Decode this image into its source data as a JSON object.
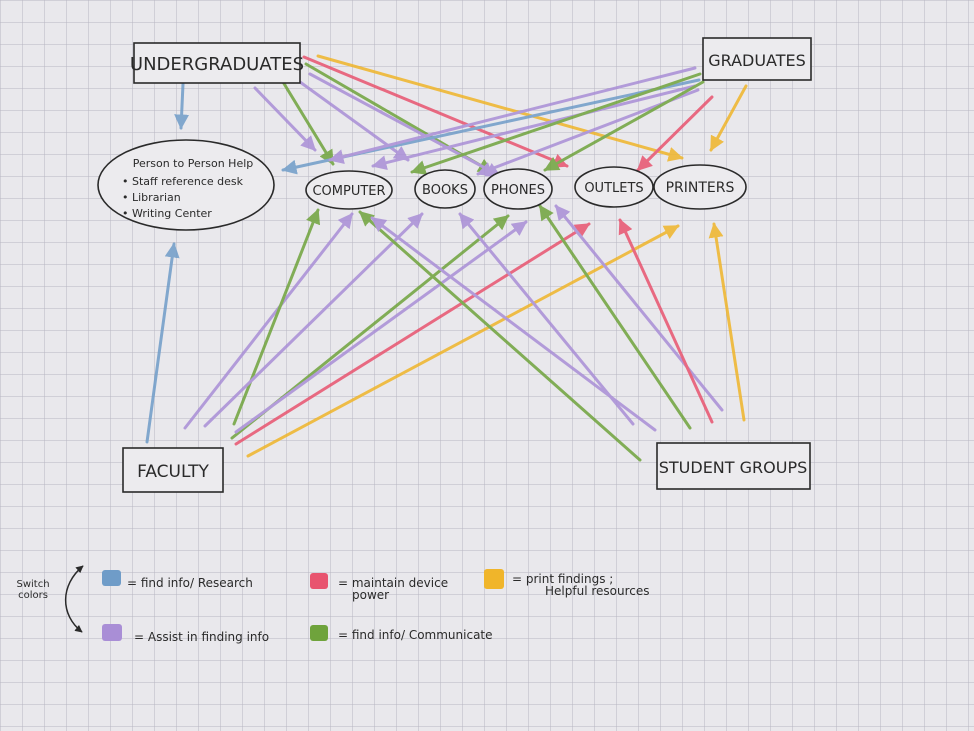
{
  "groups": {
    "undergraduates": "UNDERGRADUATES",
    "graduates": "GRADUATES",
    "faculty": "FACULTY",
    "student_groups": "STUDENT GROUPS"
  },
  "help": {
    "title": "Person to Person Help",
    "items": [
      "Staff reference desk",
      "Librarian",
      "Writing Center"
    ]
  },
  "resources": {
    "computer": "COMPUTER",
    "books": "BOOKS",
    "phones": "PHONES",
    "outlets": "OUTLETS",
    "printers": "PRINTERS"
  },
  "legend": {
    "switch_line1": "Switch",
    "switch_line2": "colors",
    "blue": "= find info/ Research",
    "purple": "= Assist in finding info",
    "red_line1": "= maintain device",
    "red_line2": "power",
    "green": "= find info/ Communicate",
    "orange_line1": "= print findings ;",
    "orange_line2": "Helpful resources"
  },
  "colors": {
    "blue": "#6f9cc8",
    "purple": "#a98ed6",
    "red": "#e8546f",
    "green": "#6fa33c",
    "orange": "#f0b52a",
    "ink": "#2a2a2a",
    "paper": "#e9e8ec",
    "grid": "#b7b6c2"
  }
}
